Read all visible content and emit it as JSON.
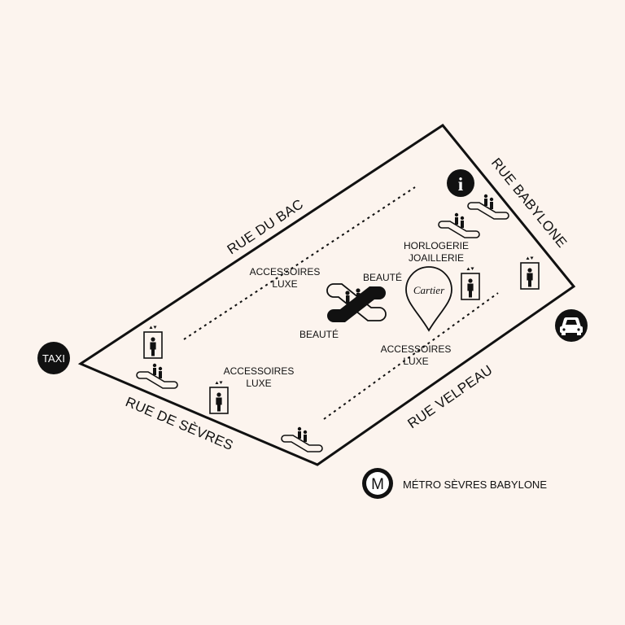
{
  "colors": {
    "background": "#fcf4ee",
    "ink": "#111111",
    "white": "#ffffff"
  },
  "streets": {
    "north": "RUE DU BAC",
    "east": "RUE BABYLONE",
    "south_east": "RUE VELPEAU",
    "south_west": "RUE DE SÈVRES"
  },
  "zones": {
    "accessoires_left": [
      "ACCESSOIRES",
      "LUXE"
    ],
    "accessoires_center": [
      "ACCESSOIRES",
      "LUXE"
    ],
    "accessoires_bottom": [
      "ACCESSOIRES",
      "LUXE"
    ],
    "horlogerie": [
      "HORLOGERIE",
      "JOAILLERIE"
    ],
    "beaute_upper": "BEAUTÉ",
    "beaute_lower": "BEAUTÉ"
  },
  "markers": {
    "taxi": "TAXI",
    "info": "i",
    "metro_symbol": "M",
    "metro_label": "MÉTRO SÈVRES BABYLONE",
    "brand": "Cartier"
  },
  "icons": {
    "taxi": "taxi-badge-icon",
    "info": "info-icon",
    "parking": "car-icon",
    "metro": "metro-icon",
    "location": "location-pin-icon",
    "elevator": "elevator-icon",
    "escalator": "escalator-icon"
  }
}
